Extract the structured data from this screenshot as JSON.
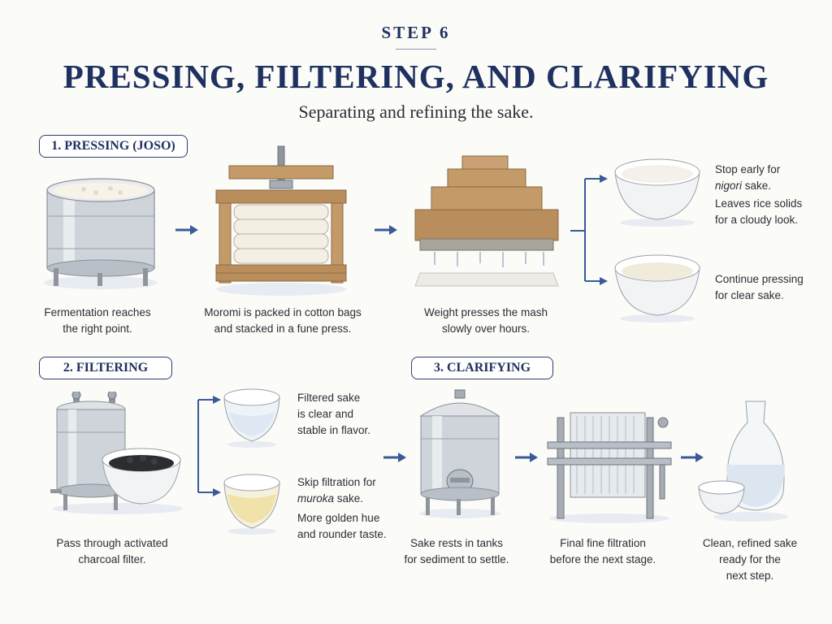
{
  "header": {
    "step": "STEP 6",
    "title": "PRESSING, FILTERING, AND CLARIFYING",
    "subtitle": "Separating and refining the sake."
  },
  "colors": {
    "navy": "#1f3160",
    "arrow": "#3a5a9a",
    "wood": "#c49a68",
    "steel": "#c7ccd3"
  },
  "section_pressing": {
    "heading": "1. PRESSING (JOSO)",
    "captions": {
      "fermentation": [
        "Fermentation reaches",
        "the right point."
      ],
      "fune_press": [
        "Moromi is packed in cotton bags",
        "and stacked in a fune press."
      ],
      "weight": [
        "Weight presses the mash",
        "slowly over hours."
      ]
    },
    "outcomes": {
      "nigori": {
        "l1_pre": "Stop early for",
        "l2_em": "nigori",
        "l2_post": " sake.",
        "l3": "Leaves rice solids",
        "l4": "for a cloudy look."
      },
      "clear": {
        "l1": "Continue pressing",
        "l2": "for clear sake."
      }
    }
  },
  "section_filtering": {
    "heading": "2. FILTERING",
    "caption": [
      "Pass through activated",
      "charcoal filter."
    ],
    "outcomes": {
      "filtered": {
        "l1": "Filtered sake",
        "l2": "is clear and",
        "l3": "stable in flavor."
      },
      "muroka": {
        "l1": "Skip filtration for",
        "l2_em": "muroka",
        "l2_post": " sake.",
        "l3": "More golden hue",
        "l4": "and rounder taste."
      }
    }
  },
  "section_clarifying": {
    "heading": "3. CLARIFYING",
    "captions": {
      "tank": [
        "Sake rests in tanks",
        "for sediment to settle."
      ],
      "fine_filter": [
        "Final fine filtration",
        "before the next stage."
      ],
      "refined": [
        "Clean, refined sake",
        "ready for the",
        "next step."
      ]
    }
  }
}
